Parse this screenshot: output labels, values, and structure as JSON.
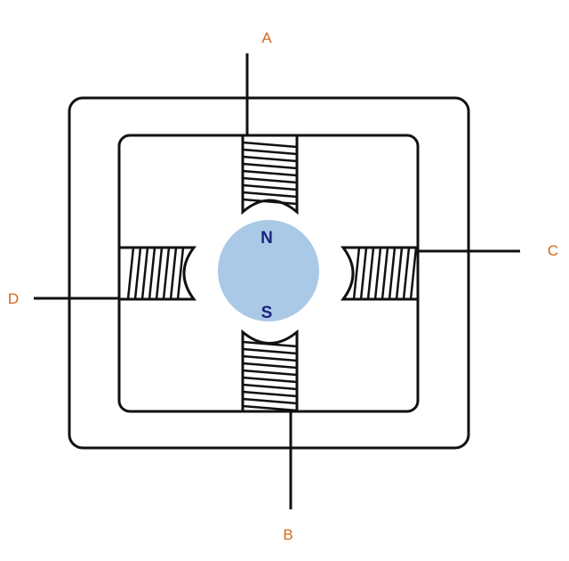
{
  "labels": {
    "a": "A",
    "b": "B",
    "c": "C",
    "d": "D"
  },
  "rotor": {
    "north": "N",
    "south": "S",
    "color": "#a9c9e6"
  },
  "label_color": "#d2691e"
}
